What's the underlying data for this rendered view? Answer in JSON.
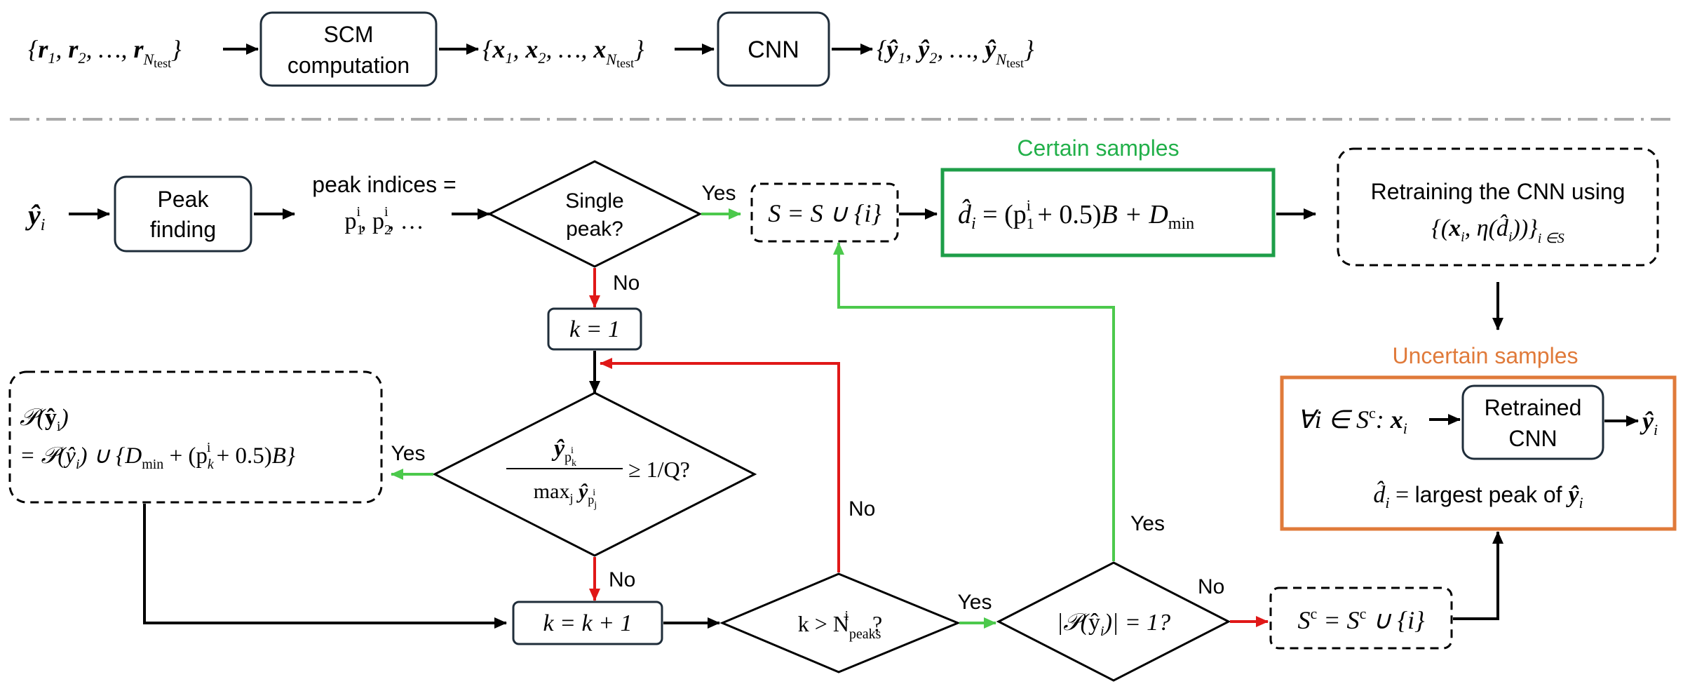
{
  "pipeline": {
    "input_set": "{r₁, r₂, …, r_Ntest}",
    "scm_label_1": "SCM",
    "scm_label_2": "computation",
    "feature_set": "{x₁, x₂, …, x_Ntest}",
    "cnn_label": "CNN",
    "output_set": "{ŷ₁, ŷ₂, …, ŷ_Ntest}"
  },
  "flow": {
    "start_symbol": "ŷᵢ",
    "peak_finding_1": "Peak",
    "peak_finding_2": "finding",
    "peak_indices_1": "peak indices =",
    "peak_indices_2": "p₁ⁱ, p₂ⁱ, …",
    "single_peak_1": "Single",
    "single_peak_2": "peak?",
    "yes_single": "Yes",
    "no_single": "No",
    "set_update": "S = S ∪ {i}",
    "certain_title": "Certain samples",
    "certain_formula": "d̂ᵢ = (p₁ⁱ + 0.5)B + D_min",
    "retrain_1": "Retraining the CNN using",
    "retrain_2": "{(xᵢ, η(d̂ᵢ))}ᵢ ∈S",
    "k_init": "k = 1",
    "ratio_test": "ŷ_pₖⁱ / maxⱼ ŷ_pⱼⁱ ≥ 1/Q?",
    "ratio_q": "≥ 1/Q?",
    "yes_ratio": "Yes",
    "no_ratio": "No",
    "p_set_1": "𝒫(ŷᵢ)",
    "p_set_2": "= 𝒫(ŷᵢ) ∪ {D_min + (pₖⁱ + 0.5)B}",
    "k_incr": "k = k + 1",
    "k_test": "k > Nⁱ_peaks?",
    "no_k": "No",
    "yes_k": "Yes",
    "card_test": "|𝒫(ŷᵢ)| = 1?",
    "yes_card": "Yes",
    "no_card": "No",
    "complement_update": "Sᶜ = Sᶜ ∪ {i}",
    "uncertain_title": "Uncertain samples",
    "forall": "∀i ∈ Sᶜ: xᵢ",
    "retrained_cnn_1": "Retrained",
    "retrained_cnn_2": "CNN",
    "retrained_out": "ŷᵢ",
    "largest_peak": "d̂ᵢ = largest peak of ŷᵢ"
  },
  "colors": {
    "green_line": "#4cc94c",
    "red_line": "#e01818",
    "certain_box": "#1e9e48",
    "certain_text": "#22b04a",
    "uncertain_box": "#e07a3a",
    "uncertain_text": "#e07a3a",
    "separator": "#aaaaaa"
  }
}
